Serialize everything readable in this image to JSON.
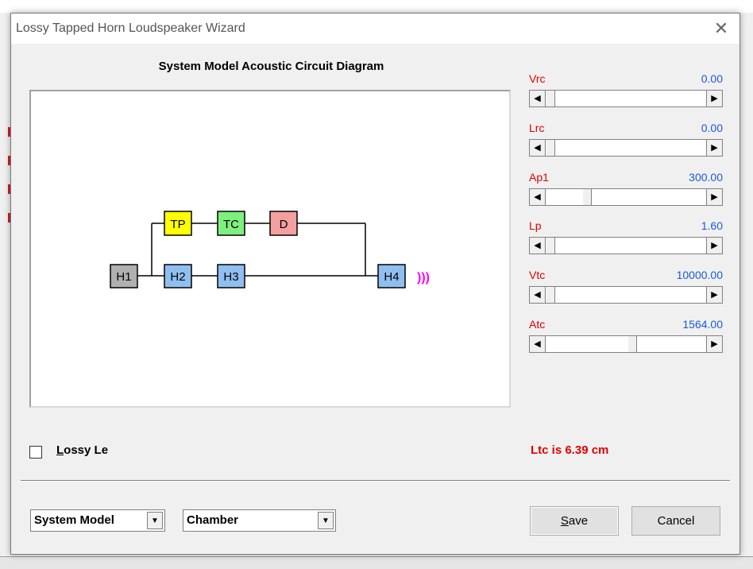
{
  "window": {
    "title": "Lossy Tapped Horn Loudspeaker Wizard"
  },
  "diagram": {
    "title": "System Model Acoustic Circuit Diagram",
    "blocks": [
      {
        "id": "H1",
        "label": "H1",
        "color": "#b0b0b0"
      },
      {
        "id": "H2",
        "label": "H2",
        "color": "#8fbfef"
      },
      {
        "id": "H3",
        "label": "H3",
        "color": "#8fbfef"
      },
      {
        "id": "H4",
        "label": "H4",
        "color": "#8fbfef"
      },
      {
        "id": "TP",
        "label": "TP",
        "color": "#ffff00"
      },
      {
        "id": "TC",
        "label": "TC",
        "color": "#7fef7f"
      },
      {
        "id": "D",
        "label": "D",
        "color": "#f4a0a0"
      }
    ],
    "sound_symbol": ")))",
    "sound_color": "#ff00ff"
  },
  "parameters": [
    {
      "name": "Vrc",
      "value": "0.00",
      "thumb_fraction": 0.0
    },
    {
      "name": "Lrc",
      "value": "0.00",
      "thumb_fraction": 0.0
    },
    {
      "name": "Ap1",
      "value": "300.00",
      "thumb_fraction": 0.24
    },
    {
      "name": "Lp",
      "value": "1.60",
      "thumb_fraction": 0.0
    },
    {
      "name": "Vtc",
      "value": "10000.00",
      "thumb_fraction": 0.0
    },
    {
      "name": "Atc",
      "value": "1564.00",
      "thumb_fraction": 0.54
    }
  ],
  "options": {
    "lossy_le_label_first": "L",
    "lossy_le_label_rest": "ossy Le",
    "lossy_le_checked": false
  },
  "status": {
    "text": "Ltc is 6.39 cm"
  },
  "footer": {
    "model_select": "System Model",
    "chamber_select": "Chamber",
    "save_first": "S",
    "save_rest": "ave",
    "cancel": "Cancel"
  },
  "colors": {
    "label_red": "#e00000",
    "value_blue": "#1a5adc"
  }
}
